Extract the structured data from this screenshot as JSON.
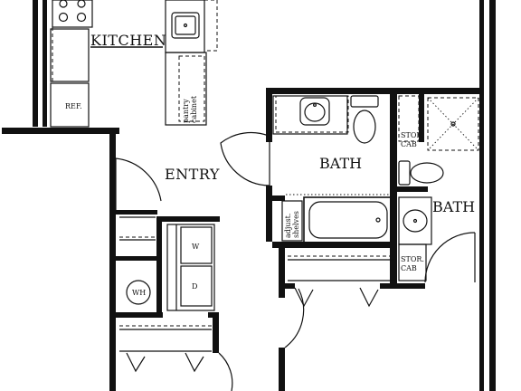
{
  "labels": {
    "kitchen": "KITCHEN",
    "entry": "ENTRY",
    "bath_main": "BATH",
    "bath_second": "BATH",
    "ref": "REF.",
    "pantry_line1": "pantry",
    "pantry_line2": "cabinet",
    "stor_cab_top_line1": "STOR.",
    "stor_cab_top_line2": "CAB",
    "stor_cab_bottom_line1": "STOR.",
    "stor_cab_bottom_line2": "CAB",
    "adjust_line1": "adjust.",
    "adjust_line2": "shelves",
    "washer": "W",
    "dryer": "D",
    "water_heater": "WH"
  }
}
